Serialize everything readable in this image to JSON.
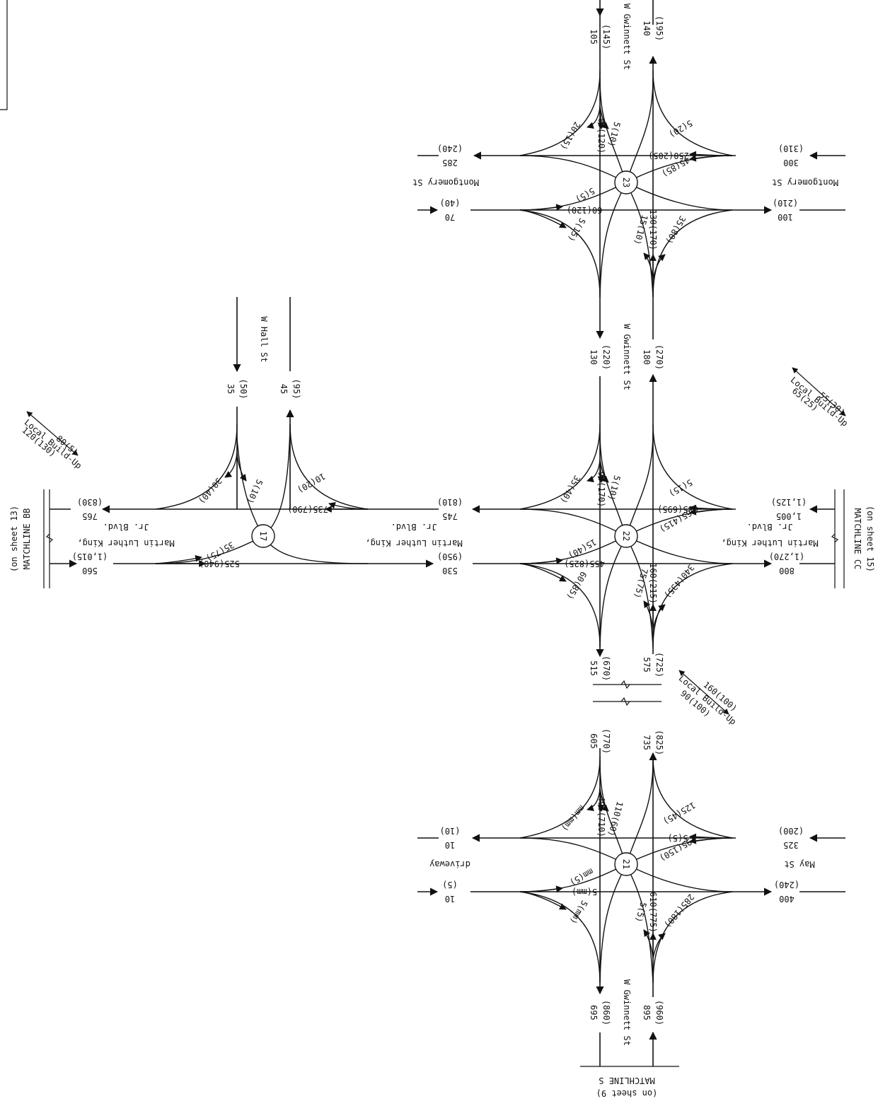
{
  "labels": {
    "street_w_gwinnett": "W Gwinnett St",
    "street_w_hall": "W Hall St",
    "street_montgomery": "Montgomery St",
    "street_mlk_1": "Martin Luther King,",
    "street_mlk_2": "Jr. Blvd.",
    "street_driveway": "driveway",
    "street_may": "May St",
    "matchline_bb": "MATCHLINE BB",
    "matchline_bb_sheet": "(on sheet 13)",
    "matchline_cc": "MATCHLINE CC",
    "matchline_cc_sheet": "(on sheet 15)",
    "matchline_s": "MATCHLINE S",
    "matchline_s_sheet": "(on sheet 9)",
    "local_buildup": "Local Build-Up"
  },
  "intersections": [
    {
      "id": "17"
    },
    {
      "id": "21"
    },
    {
      "id": "22"
    },
    {
      "id": "23"
    }
  ],
  "approach_volumes": {
    "gw_top_sb": [
      "105",
      "(145)"
    ],
    "gw_top_nb": [
      "140",
      "(195)"
    ],
    "mont_left_wb": [
      "285",
      "(240)"
    ],
    "mont_left_eb": [
      "70",
      "(40)"
    ],
    "mont_right_wb": [
      "300",
      "(310)"
    ],
    "mont_right_eb": [
      "100",
      "(210)"
    ],
    "gw_mid_sb": [
      "130",
      "(220)"
    ],
    "gw_mid_nb": [
      "180",
      "(270)"
    ],
    "hall_sb": [
      "35",
      "(50)"
    ],
    "hall_nb": [
      "45",
      "(95)"
    ],
    "mlk_far_wb": [
      "765",
      "(830)"
    ],
    "mlk_far_eb": [
      "560",
      "(1,015)"
    ],
    "mlk_mid_wb": [
      "745",
      "(810)"
    ],
    "mlk_mid_eb": [
      "530",
      "(950)"
    ],
    "mlk_right_wb": [
      "1,005",
      "(1,125)"
    ],
    "mlk_right_eb": [
      "800",
      "(1,270)"
    ],
    "gw_22s_sb": [
      "515",
      "(670)"
    ],
    "gw_22s_nb": [
      "575",
      "(725)"
    ],
    "gw_21n_sb": [
      "605",
      "(770)"
    ],
    "gw_21n_nb": [
      "735",
      "(825)"
    ],
    "drive_wb": [
      "10",
      "(10)"
    ],
    "drive_eb": [
      "10",
      "(5)"
    ],
    "may_wb": [
      "325",
      "(200)"
    ],
    "may_eb": [
      "400",
      "(240)"
    ],
    "gw_bot_sb": [
      "695",
      "(860)"
    ],
    "gw_bot_nb": [
      "895",
      "(960)"
    ]
  },
  "turn_volumes": {
    "i23_sb_right": "20(15)",
    "i23_sb_thru": "80(120)",
    "i23_sb_left": "5(10)",
    "i23_wb_right": "5(20)",
    "i23_wb_thru": "250(205)",
    "i23_wb_left": "45(85)",
    "i23_eb_left": "5(5)",
    "i23_eb_thru": "60(120)",
    "i23_eb_right": "5(15)",
    "i23_nb_left": "15(10)",
    "i23_nb_thru": "130(170)",
    "i23_nb_right": "35(80)",
    "i22_sb_right": "35(40)",
    "i22_sb_thru": "90(170)",
    "i22_sb_left": "5(10)",
    "i22_wb_right": "5(15)",
    "i22_wb_thru": "635(695)",
    "i22_wb_left": "365(415)",
    "i22_eb_left": "15(40)",
    "i22_eb_thru": "455(825)",
    "i22_eb_right": "60(85)",
    "i22_nb_left": "75(75)",
    "i22_nb_thru": "160(215)",
    "i22_nb_right": "340(435)",
    "i17_sb_right": "30(40)",
    "i17_sb_left": "5(10)",
    "i17_wb_right": "10(20)",
    "i17_wb_thru": "735(790)",
    "i17_eb_left": "35(75)",
    "i17_eb_thru": "525(940)",
    "i21_sb_right": "mm(mm)",
    "i21_sb_thru": "495(710)",
    "i21_sb_left": "110(60)",
    "i21_wb_right": "125(45)",
    "i21_wb_thru": "5(5)",
    "i21_wb_left": "195(150)",
    "i21_eb_left": "mm(5)",
    "i21_eb_thru": "5(mm)",
    "i21_eb_right": "5(mm)",
    "i21_nb_left": "5(5)",
    "i21_nb_thru": "610(775)",
    "i21_nb_right": "285(180)"
  },
  "buildup": {
    "b1_a": "120(130)",
    "b1_b": "80(5)",
    "b2_a": "65(25)",
    "b2_b": "55(30)",
    "b3_a": "90(100)",
    "b3_b": "160(100)"
  }
}
